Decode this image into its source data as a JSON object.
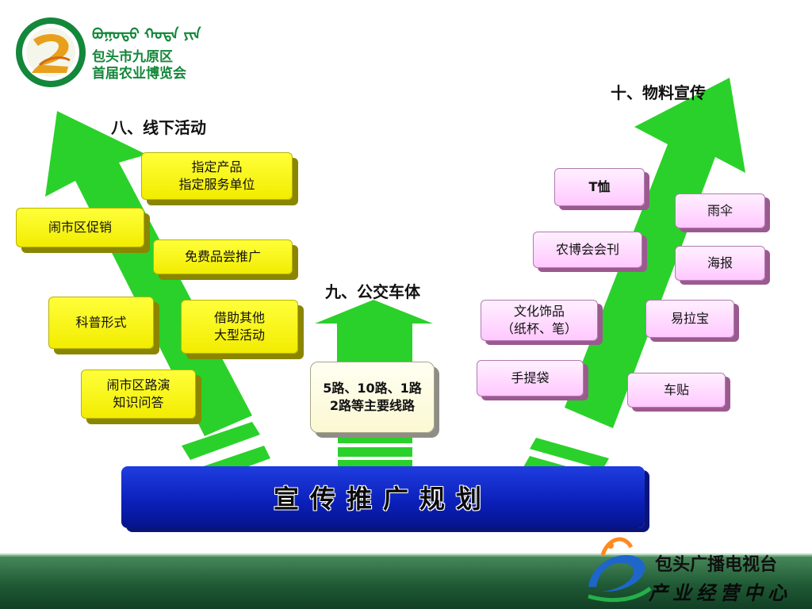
{
  "logo": {
    "line1": "包头市九原区",
    "line2": "首届农业博览会",
    "mongolian": "ᠪᠣᠭᠣᠲᠣ ᠬᠣᠲᠠ ᠶᠢᠨ",
    "brand_name": "包头广播电视台",
    "brand_sub": "产业经营中心"
  },
  "headings": {
    "offline": "八、线下活动",
    "bus": "九、公交车体",
    "materials": "十、物料宣传"
  },
  "offline_items": [
    "指定产品\n指定服务单位",
    "闹市区促销",
    "免费品尝推广",
    "科普形式",
    "借助其他\n大型活动",
    "闹市区路演\n知识问答"
  ],
  "bus_item": "5路、10路、1路\n2路等主要线路",
  "material_items": [
    "T恤",
    "雨伞",
    "农博会会刊",
    "海报",
    "文化饰品\n（纸杯、笔）",
    "易拉宝",
    "手提袋",
    "车贴"
  ],
  "base_label": "宣传推广规划",
  "colors": {
    "arrow_green": "#2ad12a",
    "base_blue": "#0a1fb8",
    "yellow_box": "#ffff00",
    "pink_box": "#ffd0ff",
    "footer_green": "#1f5a35"
  }
}
